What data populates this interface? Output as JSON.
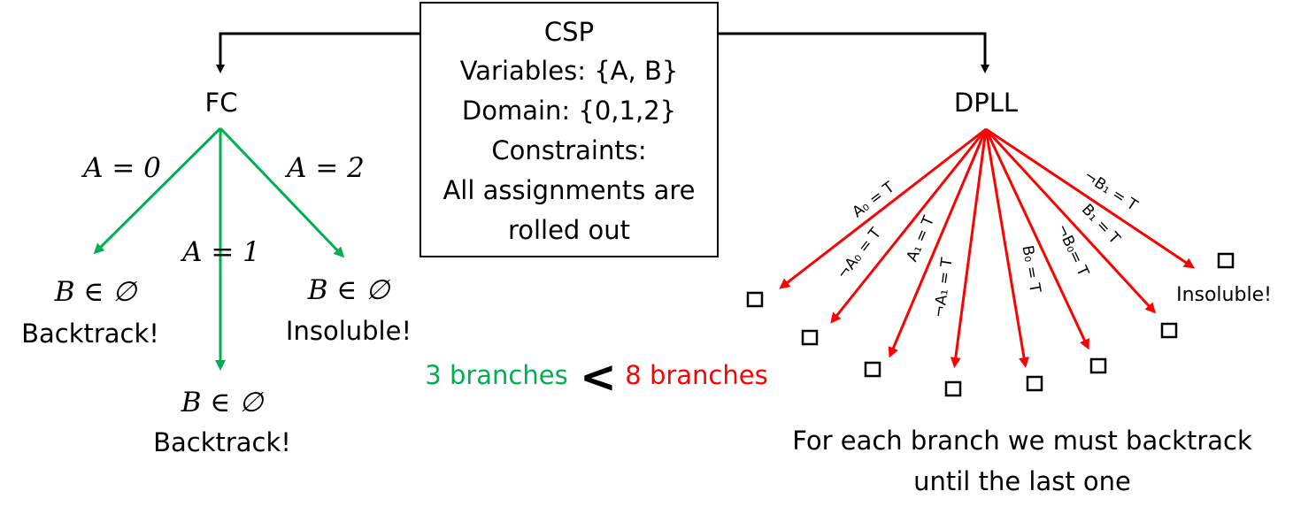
{
  "csp_box": {
    "title": "CSP",
    "variables": "Variables: {A, B}",
    "domain": "Domain: {0,1,2}",
    "constraints": "Constraints:",
    "constraints_line2": "All assignments are",
    "constraints_line3": "rolled out"
  },
  "fc": {
    "label": "FC",
    "branches": [
      {
        "edge": "A = 0",
        "result": "B ∈ ∅",
        "status": "Backtrack!"
      },
      {
        "edge": "A = 1",
        "result": "B ∈ ∅",
        "status": "Backtrack!"
      },
      {
        "edge": "A = 2",
        "result": "B ∈ ∅",
        "status": "Insoluble!"
      }
    ]
  },
  "dpll": {
    "label": "DPLL",
    "edges": [
      "A₀ = T",
      "¬A₀ = T",
      "A₁ = T",
      "¬A₁ = T",
      "B₀ = T",
      "¬B₀= T",
      "B₁ = T",
      "¬B₁ = T"
    ],
    "last_status": "Insoluble!",
    "note_line1": "For each branch we must backtrack",
    "note_line2": "until the last one"
  },
  "comparison": {
    "left": "3 branches",
    "symbol": "<",
    "right": "8 branches"
  },
  "colors": {
    "fc": "#00b050",
    "dpll": "#ff0000",
    "black": "#000000"
  }
}
